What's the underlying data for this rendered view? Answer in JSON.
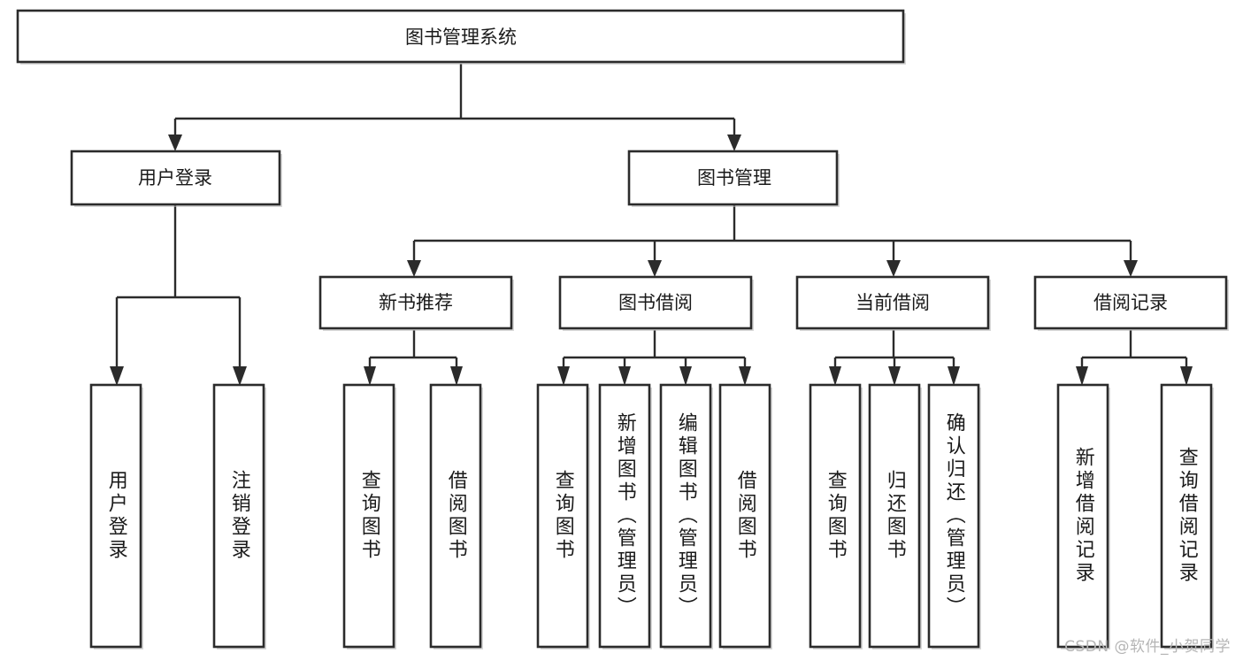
{
  "diagram": {
    "type": "tree",
    "orientation": "top-down",
    "title": "图书管理系统",
    "colors": {
      "box_stroke": "#2b2b2b",
      "box_fill": "#ffffff",
      "connector": "#2b2b2b",
      "text": "#1a1a1a",
      "watermark": "#b5b5b5",
      "background": "#ffffff"
    },
    "root": {
      "label": "图书管理系统"
    },
    "level2": [
      {
        "label": "用户登录"
      },
      {
        "label": "图书管理"
      }
    ],
    "level3": [
      {
        "label": "新书推荐"
      },
      {
        "label": "图书借阅"
      },
      {
        "label": "当前借阅"
      },
      {
        "label": "借阅记录"
      }
    ],
    "leaves": {
      "user_login": [
        {
          "label": "用户登录"
        },
        {
          "label": "注销登录"
        }
      ],
      "new_book_recommend": [
        {
          "label": "查询图书"
        },
        {
          "label": "借阅图书"
        }
      ],
      "book_borrow": [
        {
          "label": "查询图书"
        },
        {
          "label": "新增图书（管理员）"
        },
        {
          "label": "编辑图书（管理员）"
        },
        {
          "label": "借阅图书"
        }
      ],
      "current_borrow": [
        {
          "label": "查询图书"
        },
        {
          "label": "归还图书"
        },
        {
          "label": "确认归还（管理员）"
        }
      ],
      "borrow_record": [
        {
          "label": "新增借阅记录"
        },
        {
          "label": "查询借阅记录"
        }
      ]
    }
  },
  "watermark": {
    "text": "CSDN @软件_小贺同学"
  }
}
